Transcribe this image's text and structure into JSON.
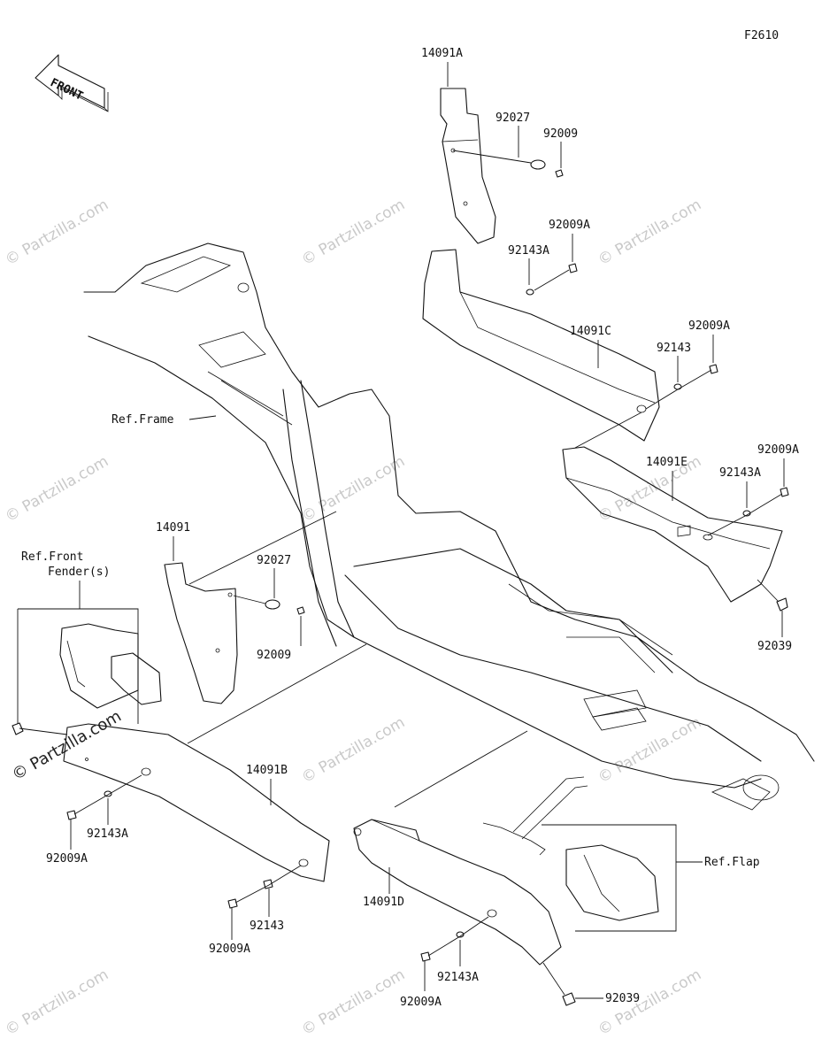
{
  "figure_id": "F2610",
  "front_arrow_text": "FRONT",
  "watermark": "© Partzilla.com",
  "labels": {
    "p14091A": "14091A",
    "p92027_top": "92027",
    "p92009_top": "92009",
    "p92009A_1": "92009A",
    "p92143A_1": "92143A",
    "p14091C": "14091C",
    "p92143_1": "92143",
    "p92009A_2": "92009A",
    "ref_frame": "Ref.Frame",
    "p92009A_3": "92009A",
    "p14091E": "14091E",
    "p92143A_2": "92143A",
    "p92039_1": "92039",
    "p14091": "14091",
    "p92027_mid": "92027",
    "p92009_mid": "92009",
    "ref_front_fender_l1": "Ref.Front",
    "ref_front_fender_l2": "Fender(s)",
    "p14091B": "14091B",
    "p92143A_3": "92143A",
    "p92009A_4": "92009A",
    "p92143_2": "92143",
    "p92009A_5": "92009A",
    "p14091D": "14091D",
    "ref_flap": "Ref.Flap",
    "p92143A_4": "92143A",
    "p92009A_6": "92009A",
    "p92039_2": "92039"
  }
}
